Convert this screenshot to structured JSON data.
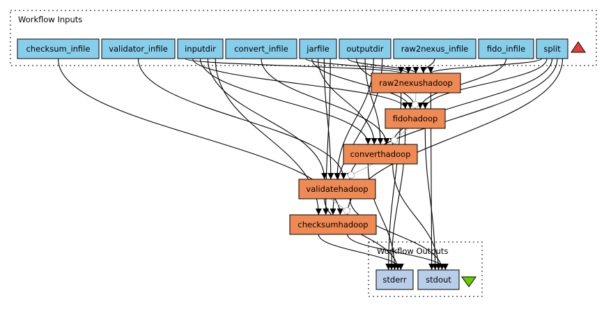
{
  "clusters": {
    "inputs": {
      "label": "Workflow Inputs"
    },
    "outputs": {
      "label": "Workflow Outputs"
    }
  },
  "colors": {
    "input_fill": "#87ceeb",
    "processor_fill": "#f08a54",
    "output_fill": "#b9cfe9",
    "input_marker": "#e83a3a",
    "output_marker": "#66cc00",
    "control_link": "#b0b0b0"
  },
  "inputs": [
    {
      "id": "checksum_infile",
      "label": "checksum_infile"
    },
    {
      "id": "validator_infile",
      "label": "validator_infile"
    },
    {
      "id": "inputdir",
      "label": "inputdir"
    },
    {
      "id": "convert_infile",
      "label": "convert_infile"
    },
    {
      "id": "jarfile",
      "label": "jarfile"
    },
    {
      "id": "outputdir",
      "label": "outputdir"
    },
    {
      "id": "raw2nexus_infile",
      "label": "raw2nexus_infile"
    },
    {
      "id": "fido_infile",
      "label": "fido_infile"
    },
    {
      "id": "split",
      "label": "split"
    }
  ],
  "processors": [
    {
      "id": "raw2nexushadoop",
      "label": "raw2nexushadoop"
    },
    {
      "id": "fidohadoop",
      "label": "fidohadoop"
    },
    {
      "id": "converthadoop",
      "label": "converthadoop"
    },
    {
      "id": "validatehadoop",
      "label": "validatehadoop"
    },
    {
      "id": "checksumhadoop",
      "label": "checksumhadoop"
    }
  ],
  "outputs": [
    {
      "id": "stderr",
      "label": "stderr"
    },
    {
      "id": "stdout",
      "label": "stdout"
    }
  ],
  "edges": [
    [
      "inputdir",
      "raw2nexushadoop"
    ],
    [
      "jarfile",
      "raw2nexushadoop"
    ],
    [
      "outputdir",
      "raw2nexushadoop"
    ],
    [
      "raw2nexus_infile",
      "raw2nexushadoop"
    ],
    [
      "split",
      "raw2nexushadoop"
    ],
    [
      "inputdir",
      "fidohadoop"
    ],
    [
      "jarfile",
      "fidohadoop"
    ],
    [
      "outputdir",
      "fidohadoop"
    ],
    [
      "fido_infile",
      "fidohadoop"
    ],
    [
      "split",
      "fidohadoop"
    ],
    [
      "inputdir",
      "converthadoop"
    ],
    [
      "jarfile",
      "converthadoop"
    ],
    [
      "outputdir",
      "converthadoop"
    ],
    [
      "convert_infile",
      "converthadoop"
    ],
    [
      "split",
      "converthadoop"
    ],
    [
      "inputdir",
      "validatehadoop"
    ],
    [
      "jarfile",
      "validatehadoop"
    ],
    [
      "outputdir",
      "validatehadoop"
    ],
    [
      "validator_infile",
      "validatehadoop"
    ],
    [
      "split",
      "validatehadoop"
    ],
    [
      "inputdir",
      "checksumhadoop"
    ],
    [
      "jarfile",
      "checksumhadoop"
    ],
    [
      "outputdir",
      "checksumhadoop"
    ],
    [
      "checksum_infile",
      "checksumhadoop"
    ],
    [
      "split",
      "checksumhadoop"
    ],
    [
      "raw2nexushadoop",
      "stderr"
    ],
    [
      "raw2nexushadoop",
      "stdout"
    ],
    [
      "fidohadoop",
      "stderr"
    ],
    [
      "fidohadoop",
      "stdout"
    ],
    [
      "converthadoop",
      "stderr"
    ],
    [
      "converthadoop",
      "stdout"
    ],
    [
      "validatehadoop",
      "stderr"
    ],
    [
      "validatehadoop",
      "stdout"
    ],
    [
      "checksumhadoop",
      "stderr"
    ],
    [
      "checksumhadoop",
      "stdout"
    ]
  ],
  "control_links": [
    [
      "raw2nexushadoop",
      "fidohadoop"
    ],
    [
      "fidohadoop",
      "converthadoop"
    ],
    [
      "converthadoop",
      "validatehadoop"
    ],
    [
      "validatehadoop",
      "checksumhadoop"
    ]
  ]
}
